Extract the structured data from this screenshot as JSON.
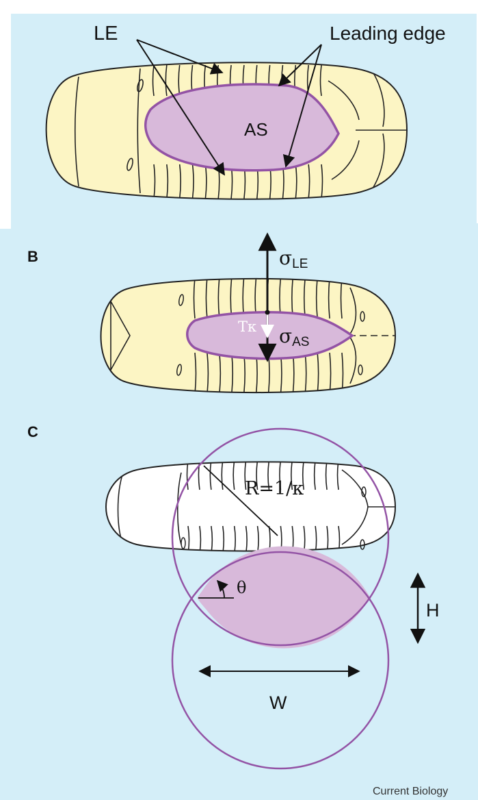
{
  "figure": {
    "background": "#d4eef8",
    "embryo_fill": "#fcf5c4",
    "amnioserosa_fill": "#d8b9da",
    "purple": "#9353a5",
    "credit": "Current Biology"
  },
  "panel_a": {
    "label_le": "LE",
    "label_leading_edge": "Leading edge",
    "label_as": "AS"
  },
  "panel_b": {
    "letter": "B",
    "sigma_le_symbol": "σ",
    "sigma_le_sub": "LE",
    "t_kappa": "Tκ",
    "sigma_as_symbol": "σ",
    "sigma_as_sub": "AS"
  },
  "panel_c": {
    "letter": "C",
    "radius_label": "R=1/κ",
    "theta": "θ",
    "height_label": "H",
    "width_label": "W"
  }
}
